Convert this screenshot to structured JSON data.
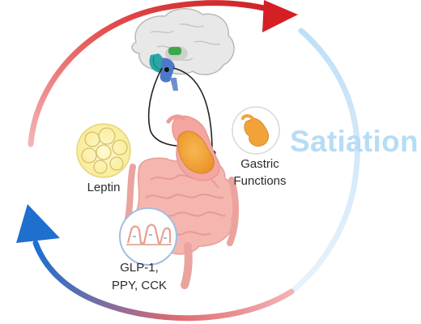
{
  "labels": {
    "satiation": "Satiation",
    "leptin": "Leptin",
    "gastric_line1": "Gastric",
    "gastric_line2": "Functions",
    "glp_line1": "GLP-1,",
    "glp_line2": "PPY, CCK"
  },
  "colors": {
    "cycle_red": "#d9262b",
    "cycle_blue": "#1f6fcf",
    "satiation_text": "#b7dcf6",
    "stomach": "#f1a339",
    "intestine": "#f6b9b3",
    "leptin_fill": "#fdf3b8",
    "brain": "#e6e6e6"
  },
  "icons": [
    "brain-icon",
    "stomach-icon",
    "intestine-icon",
    "leptin-fat-cells-icon",
    "gut-villi-icon",
    "cycle-arrow-icon"
  ]
}
